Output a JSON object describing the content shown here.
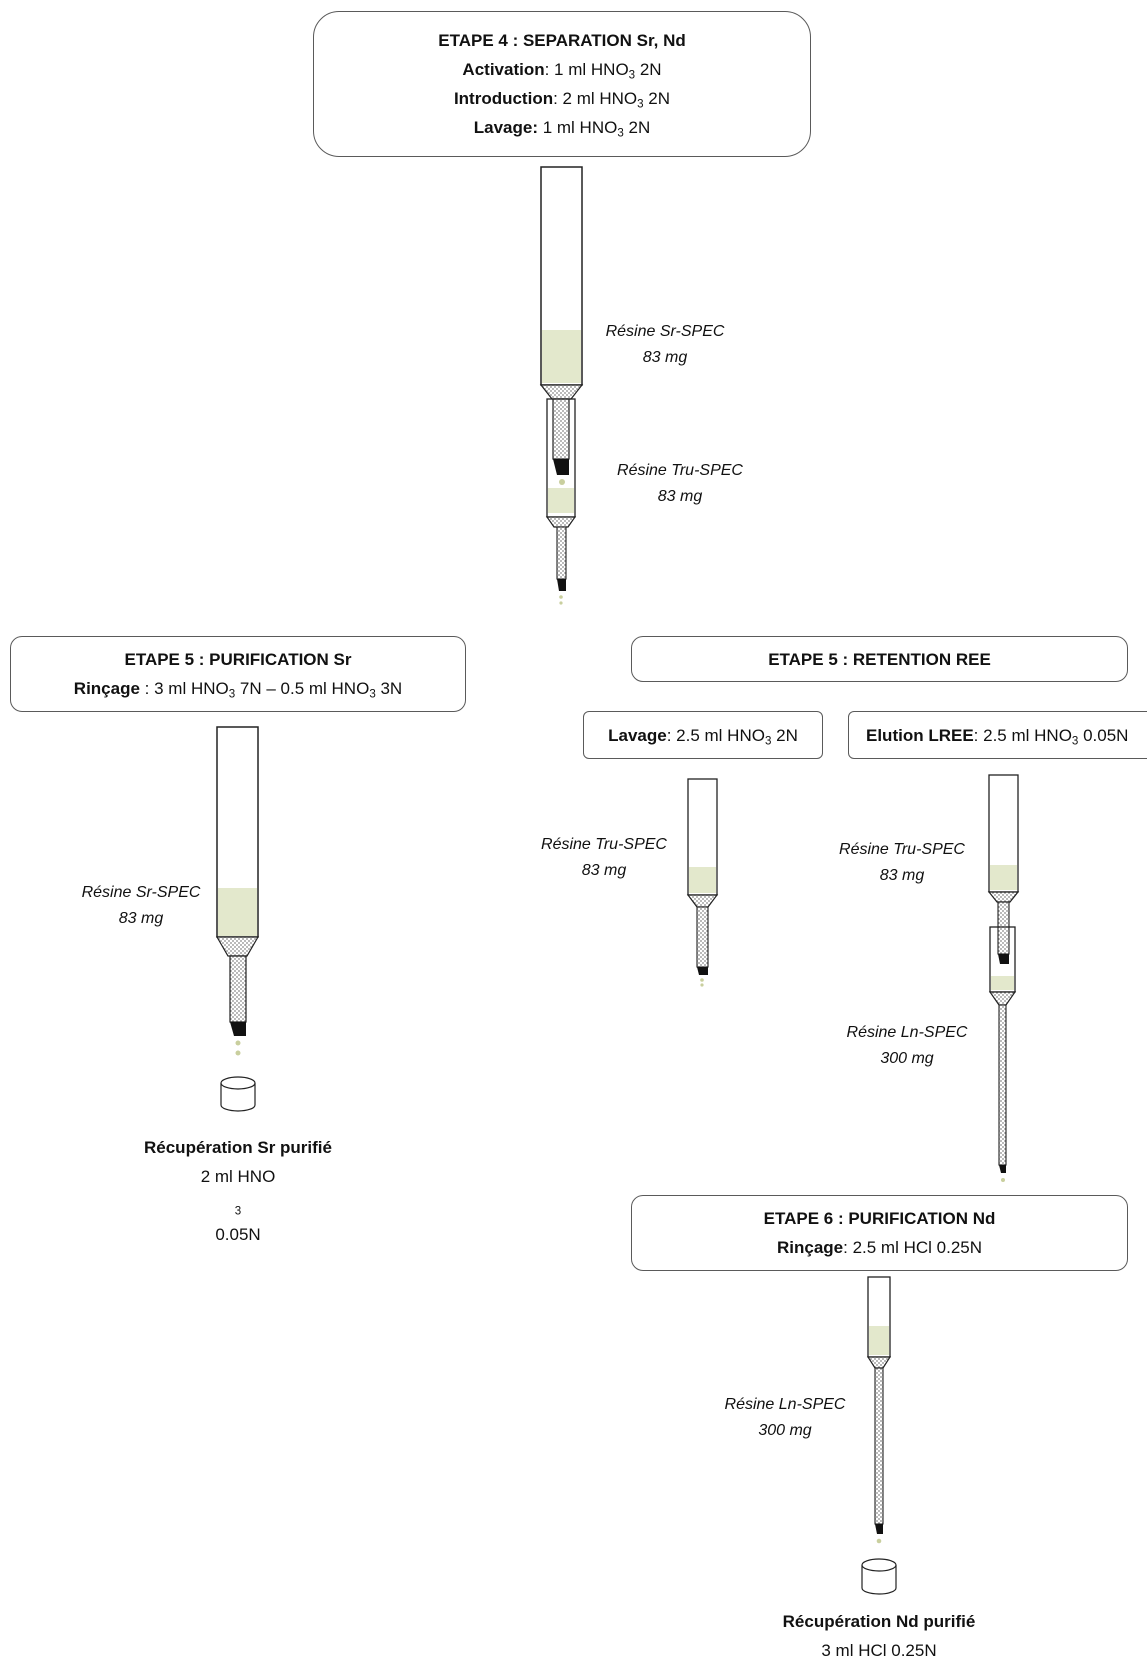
{
  "etape4": {
    "title": "ETAPE 4 : SEPARATION Sr, Nd",
    "activation_label": "Activation",
    "activation_value": ": 1 ml HNO",
    "activation_sub": "3",
    "activation_tail": " 2N",
    "introduction_label": "Introduction",
    "introduction_value": ": 2 ml HNO",
    "introduction_sub": "3",
    "introduction_tail": " 2N",
    "lavage_label": "Lavage:",
    "lavage_value": " 1 ml HNO",
    "lavage_sub": "3",
    "lavage_tail": " 2N"
  },
  "etape5_sr": {
    "title": "ETAPE 5 : PURIFICATION Sr",
    "rincage_label": "Rinçage",
    "rincage_value_a": " : 3 ml HNO",
    "rincage_sub_a": "3",
    "rincage_value_b": " 7N – 0.5 ml HNO",
    "rincage_sub_b": "3",
    "rincage_value_c": " 3N"
  },
  "etape5_ree": {
    "title": "ETAPE 5 : RETENTION REE"
  },
  "lavage_box": {
    "label": "Lavage",
    "value": ": 2.5 ml HNO",
    "sub": "3",
    "tail": " 2N"
  },
  "elution_box": {
    "label": "Elution LREE",
    "value": ": 2.5 ml HNO",
    "sub": "3",
    "tail": " 0.05N"
  },
  "etape6": {
    "title": "ETAPE 6 : PURIFICATION Nd",
    "rincage_label": "Rinçage",
    "rincage_value": ": 2.5 ml HCl 0.25N"
  },
  "resin_labels": {
    "top_sr_name": "Résine Sr-SPEC",
    "top_sr_mass": "83 mg",
    "top_tru_name": "Résine Tru-SPEC",
    "top_tru_mass": "83 mg",
    "left_sr_name": "Résine Sr-SPEC",
    "left_sr_mass": "83 mg",
    "mid_tru_name": "Résine Tru-SPEC",
    "mid_tru_mass": "83 mg",
    "right_tru_name": "Résine Tru-SPEC",
    "right_tru_mass": "83 mg",
    "right_ln_name": "Résine Ln-SPEC",
    "right_ln_mass": "300 mg",
    "bottom_ln_name": "Résine Ln-SPEC",
    "bottom_ln_mass": "300 mg"
  },
  "recovery_sr": {
    "title": "Récupération Sr purifié",
    "value": "2 ml HNO",
    "sub": "3",
    "tail": " 0.05N"
  },
  "recovery_nd": {
    "title": "Récupération Nd purifié",
    "value": "3 ml HCl 0.25N"
  },
  "colors": {
    "resin_fill": "#e3e8cc",
    "drop": "#c9cf9e",
    "frit": "#9a9a9a",
    "border": "#5a5a5a"
  }
}
